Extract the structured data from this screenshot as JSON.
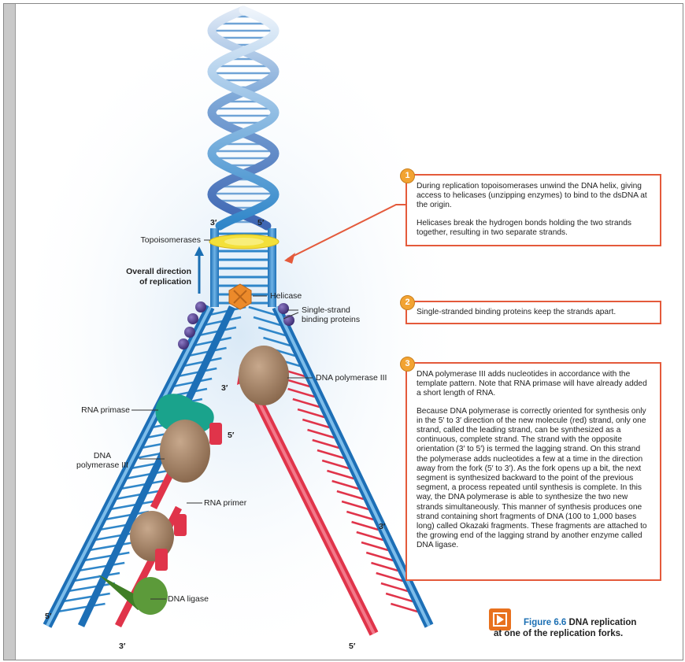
{
  "labels": {
    "topoisomerases": "Topoisomerases",
    "helicase": "Helicase",
    "ssb": "Single-strand\nbinding proteins",
    "dna_pol3_right": "DNA polymerase III",
    "rna_primase": "RNA primase",
    "dna_pol3_left": "DNA\npolymerase III",
    "rna_primer": "RNA primer",
    "dna_ligase": "DNA ligase",
    "overall_direction": "Overall direction\nof replication"
  },
  "primes": {
    "top_left": "3′",
    "top_right": "5′",
    "mid_left": "3′",
    "primase_5": "5′",
    "right_arm_3": "3′",
    "bottom_left_5": "5′",
    "bottom_left_3": "3′",
    "bottom_right_5": "5′"
  },
  "callouts": [
    {
      "number": "1",
      "paragraphs": [
        "During replication topoisomerases unwind the DNA helix, giving access to helicases (unzipping enzymes) to bind to the dsDNA at the origin.",
        "Helicases break the hydrogen bonds holding the two strands together, resulting in two separate strands."
      ]
    },
    {
      "number": "2",
      "paragraphs": [
        "Single-stranded binding proteins keep the strands apart."
      ]
    },
    {
      "number": "3",
      "paragraphs": [
        "DNA polymerase III adds nucleotides in accordance with the template pattern. Note that RNA primase will have already added a short length of RNA.",
        "Because DNA polymerase is correctly oriented for synthesis only in the 5′ to 3′ direction of the new molecule (red) strand, only one strand, called the leading strand, can be synthesized as a continuous, complete strand. The strand with the opposite orientation (3′ to 5′) is termed the lagging strand. On this strand the polymerase adds nucleotides a few at a time in the direction away from the fork (5′ to 3′). As the fork opens up a bit, the next segment is synthesized backward to the point of the previous segment, a process repeated until synthesis is complete. In this way, the DNA polymerase is able to synthesize the two new strands simultaneously. This manner of synthesis produces one strand containing short fragments of DNA (100 to 1,000 bases long) called Okazaki fragments. These fragments are attached to the growing end of the lagging strand by another enzyme called DNA ligase."
      ]
    }
  ],
  "caption": {
    "figure": "Figure 6.6",
    "title_line1": "DNA replication",
    "title_line2": "at one of the replication forks."
  },
  "colors": {
    "template_strand": "#2f86c9",
    "new_strand": "#e0344a",
    "callout_border": "#e45a3b",
    "badge": "#f2a332",
    "polymerase": "#9c7a5d",
    "primase": "#1aa38c",
    "ssb": "#4d3a86",
    "topoisomerase": "#f3e03a",
    "helicase": "#ec8a2a",
    "ligase": "#5c9a3a",
    "caption_icon": "#e8711e",
    "figure_number": "#1b6fb3"
  }
}
